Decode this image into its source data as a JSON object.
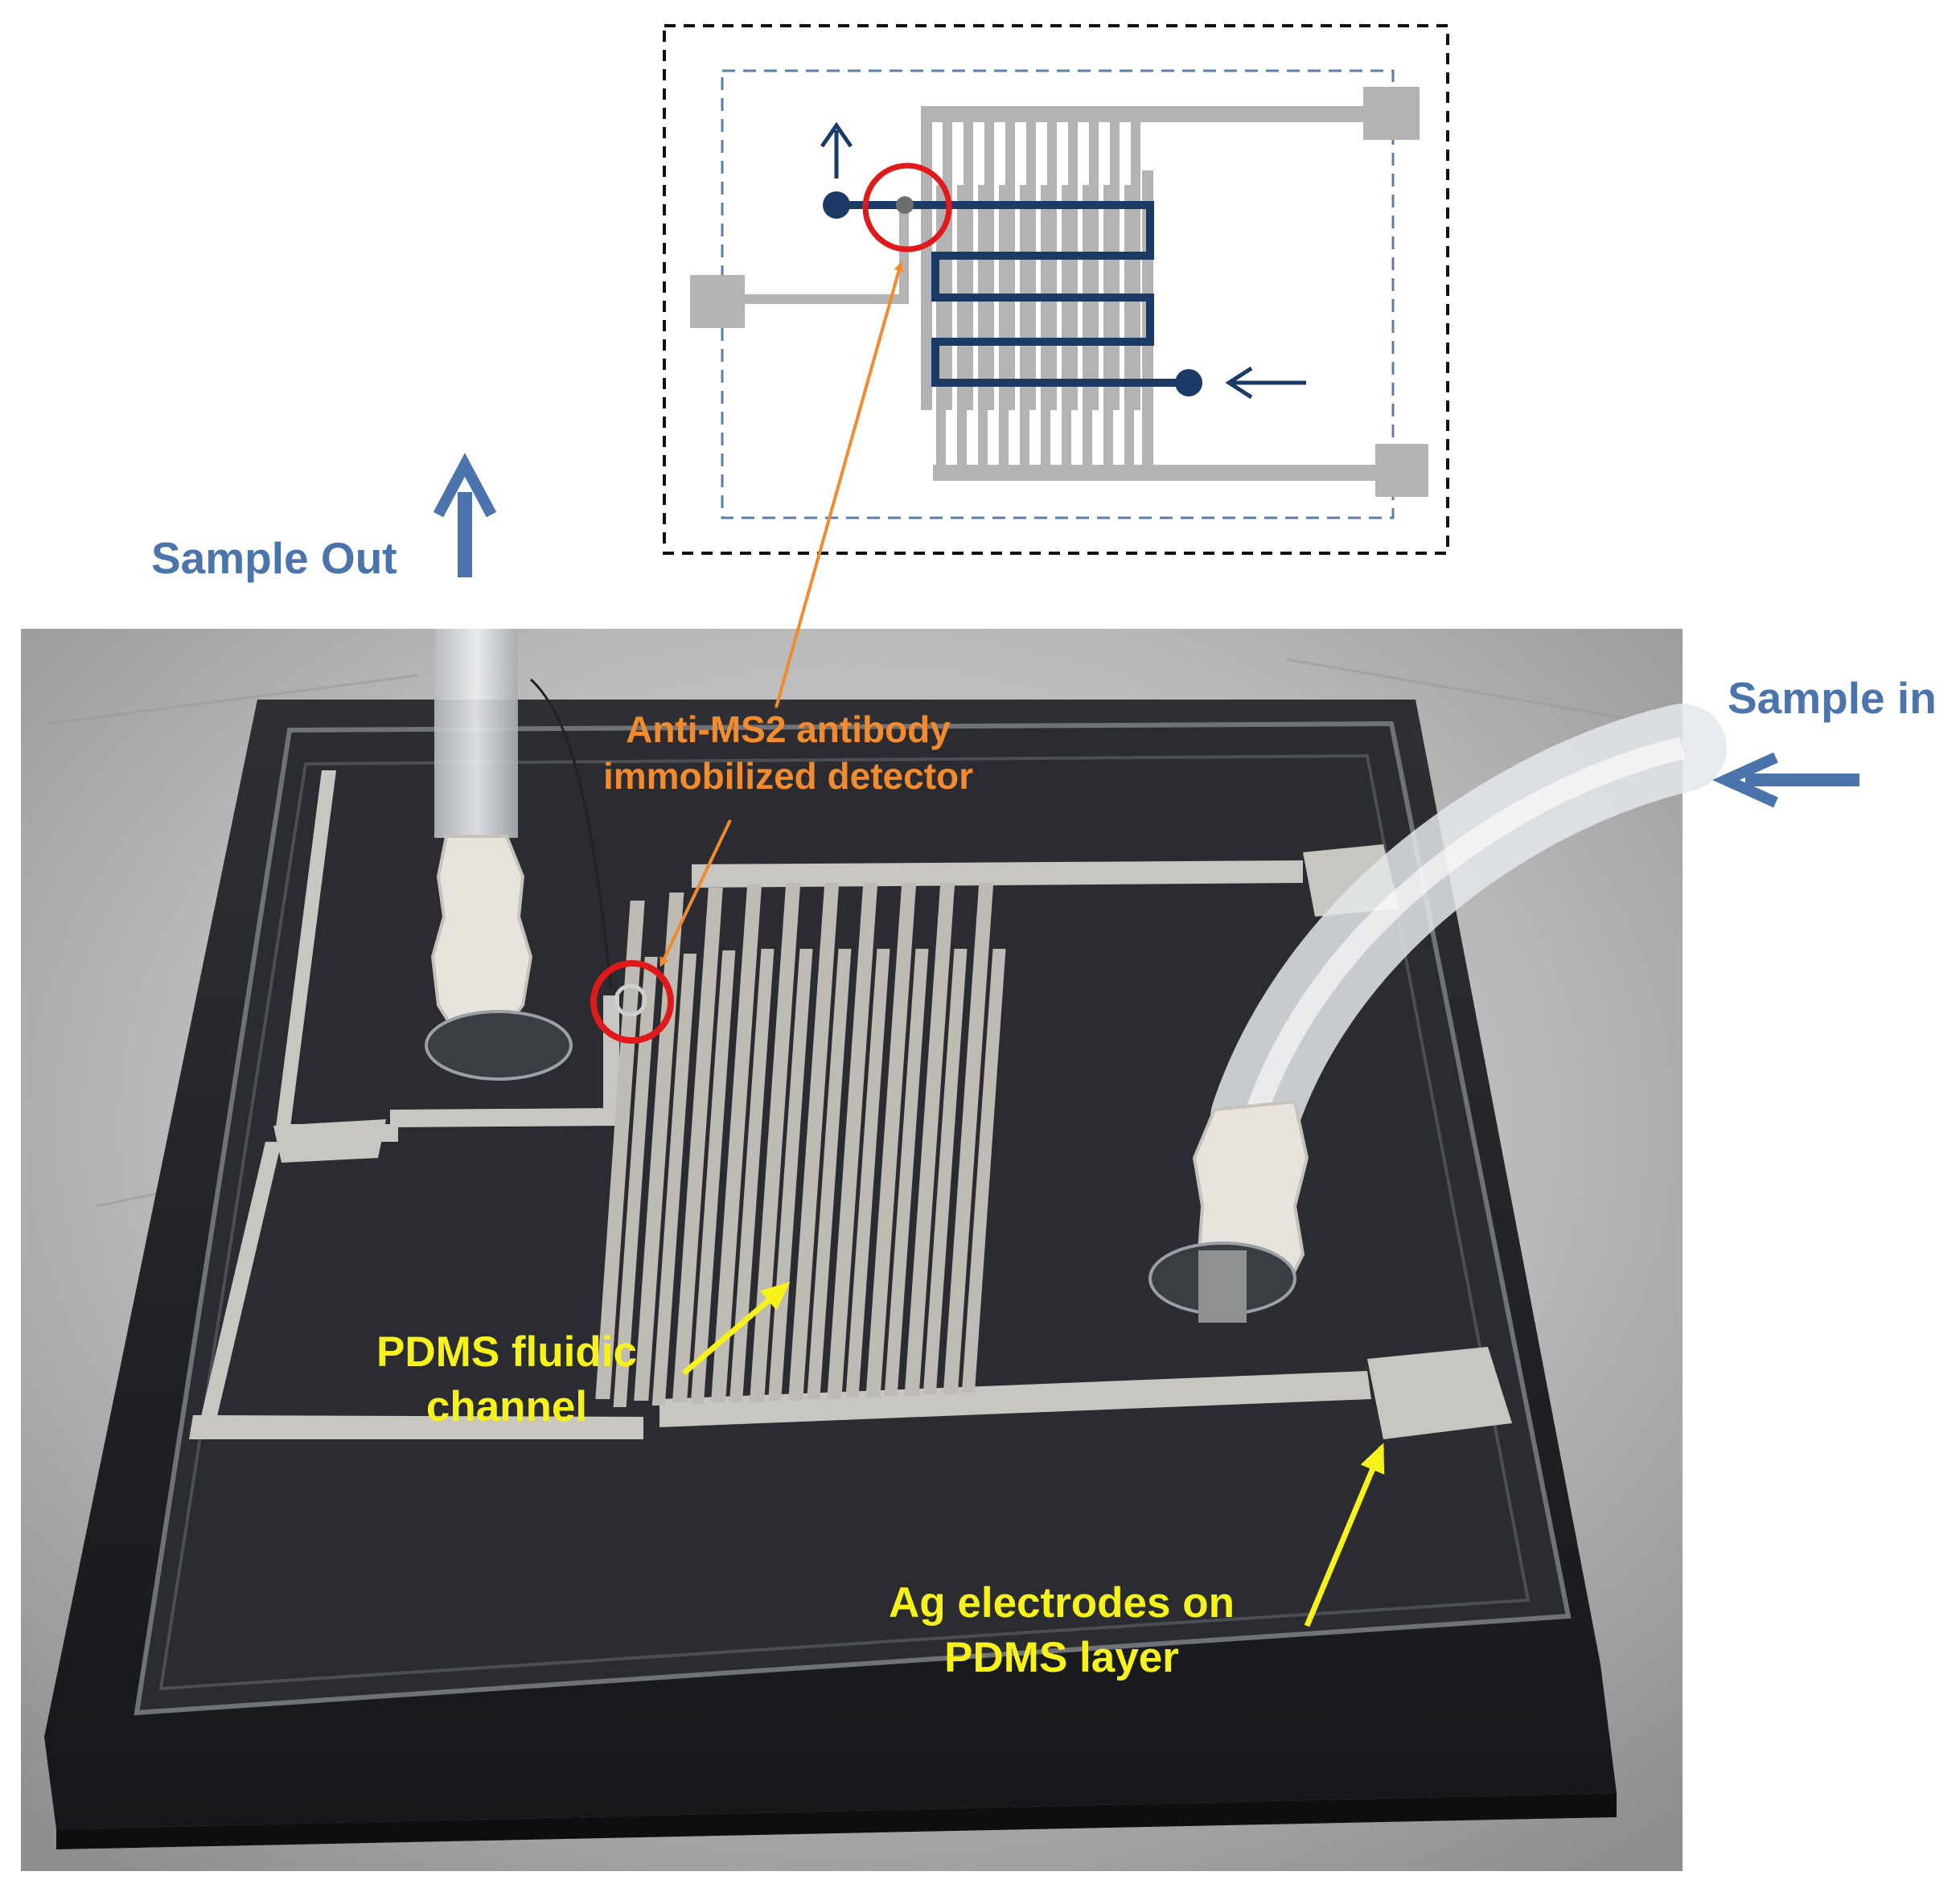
{
  "labels": {
    "sample_out": "Sample Out",
    "sample_in": "Sample in",
    "detector_line1": "Anti-MS2 antibody",
    "detector_line2": "immobilized detector",
    "pdms_channel_line1": "PDMS fluidic",
    "pdms_channel_line2": "channel",
    "electrodes_line1": "Ag electrodes on",
    "electrodes_line2": "PDMS layer"
  },
  "colors": {
    "label_blue": "#4a74ab",
    "label_orange": "#f28a2e",
    "label_yellow": "#f7f21a",
    "channel_navy": "#1c3a66",
    "electrode_gray": "#b3b3b3",
    "highlight_red": "#e01a1a"
  },
  "icons": {
    "flow_out": "arrow-up-icon",
    "flow_in": "arrow-left-icon"
  }
}
